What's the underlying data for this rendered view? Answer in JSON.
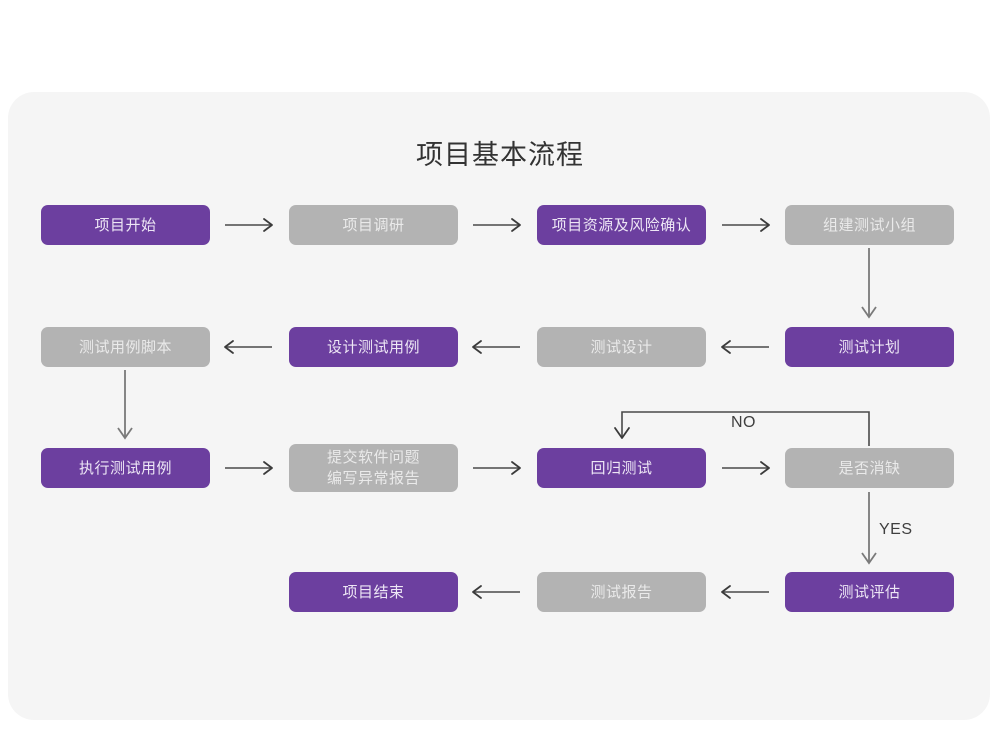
{
  "page": {
    "title": "项目基本流程",
    "background": "#ffffff",
    "panel_color": "#f5f5f5"
  },
  "colors": {
    "purple": "#6c3f9f",
    "purple_text": "#ede6f5",
    "gray": "#b3b3b3",
    "gray_text": "#eaeaea",
    "arrow": "#4a4a4a",
    "title_text": "#333333"
  },
  "nodes": [
    {
      "id": "n1",
      "label": "项目开始",
      "style": "purple",
      "row": 1
    },
    {
      "id": "n2",
      "label": "项目调研",
      "style": "gray",
      "row": 1
    },
    {
      "id": "n3",
      "label": "项目资源及风险确认",
      "style": "purple",
      "row": 1
    },
    {
      "id": "n4",
      "label": "组建测试小组",
      "style": "gray",
      "row": 1
    },
    {
      "id": "n5",
      "label": "测试用例脚本",
      "style": "gray",
      "row": 2
    },
    {
      "id": "n6",
      "label": "设计测试用例",
      "style": "purple",
      "row": 2
    },
    {
      "id": "n7",
      "label": "测试设计",
      "style": "gray",
      "row": 2
    },
    {
      "id": "n8",
      "label": "测试计划",
      "style": "purple",
      "row": 2
    },
    {
      "id": "n9",
      "label": "执行测试用例",
      "style": "purple",
      "row": 3
    },
    {
      "id": "n10",
      "label_line1": "提交软件问题",
      "label_line2": "编写异常报告",
      "style": "gray",
      "row": 3
    },
    {
      "id": "n11",
      "label": "回归测试",
      "style": "purple",
      "row": 3
    },
    {
      "id": "n12",
      "label": "是否消缺",
      "style": "gray",
      "row": 3
    },
    {
      "id": "n13",
      "label": "项目结束",
      "style": "purple",
      "row": 4
    },
    {
      "id": "n14",
      "label": "测试报告",
      "style": "gray",
      "row": 4
    },
    {
      "id": "n15",
      "label": "测试评估",
      "style": "purple",
      "row": 4
    }
  ],
  "edge_labels": {
    "no": "NO",
    "yes": "YES"
  }
}
